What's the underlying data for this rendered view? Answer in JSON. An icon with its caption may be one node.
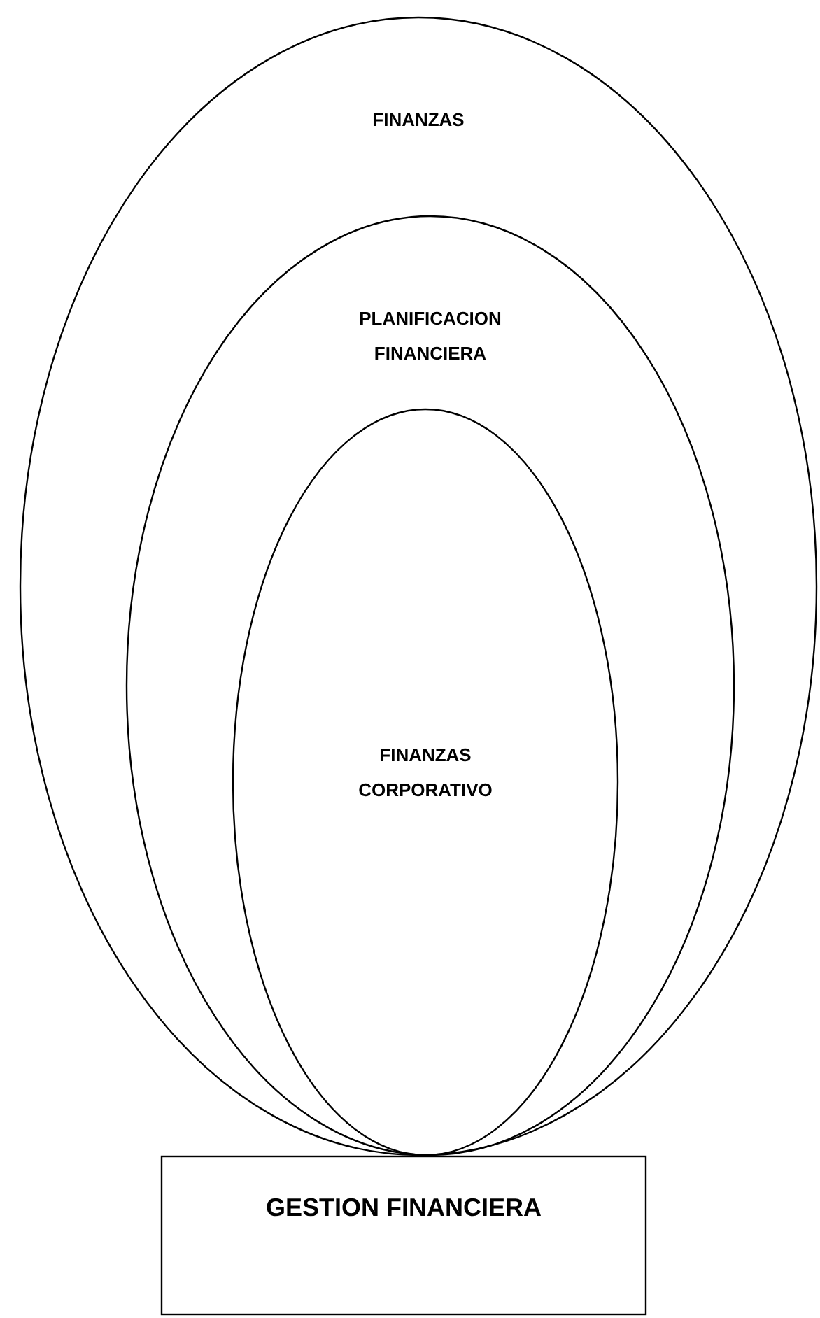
{
  "diagram": {
    "nodes": [
      {
        "text": [
          "FINANZAS"
        ]
      },
      {
        "text": [
          "PLANIFICACION FINANCIERA"
        ],
        "in": 0
      },
      {
        "text": [
          "FINANZAS CORPORATIVO"
        ],
        "in": 1
      },
      {
        "text": [
          "GESTION FINANCIERA"
        ]
      }
    ]
  }
}
